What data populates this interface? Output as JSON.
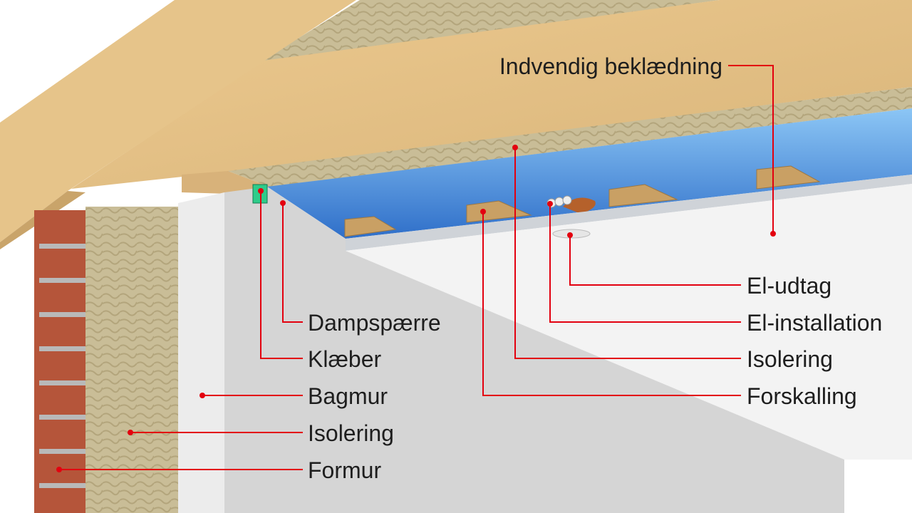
{
  "title": "Construction cross-section: ceiling and wall",
  "colors": {
    "leader": "#e3000f",
    "wood": "#e2bf86",
    "vapor_barrier": "#6fb4f0",
    "insulation": "#cbbf98",
    "brick": "#b5553a",
    "wall": "#d9d9d9",
    "ceiling": "#f2f2f2",
    "adhesive": "#2ecc8a"
  },
  "labels": {
    "indvendig_beklaedning": "Indvendig beklædning",
    "el_udtag": "El-udtag",
    "el_installation": "El-installation",
    "isolering_ceiling": "Isolering",
    "forskalling": "Forskalling",
    "dampspaerre": "Dampspærre",
    "klaeber": "Klæber",
    "bagmur": "Bagmur",
    "isolering_wall": "Isolering",
    "formur": "Formur"
  }
}
